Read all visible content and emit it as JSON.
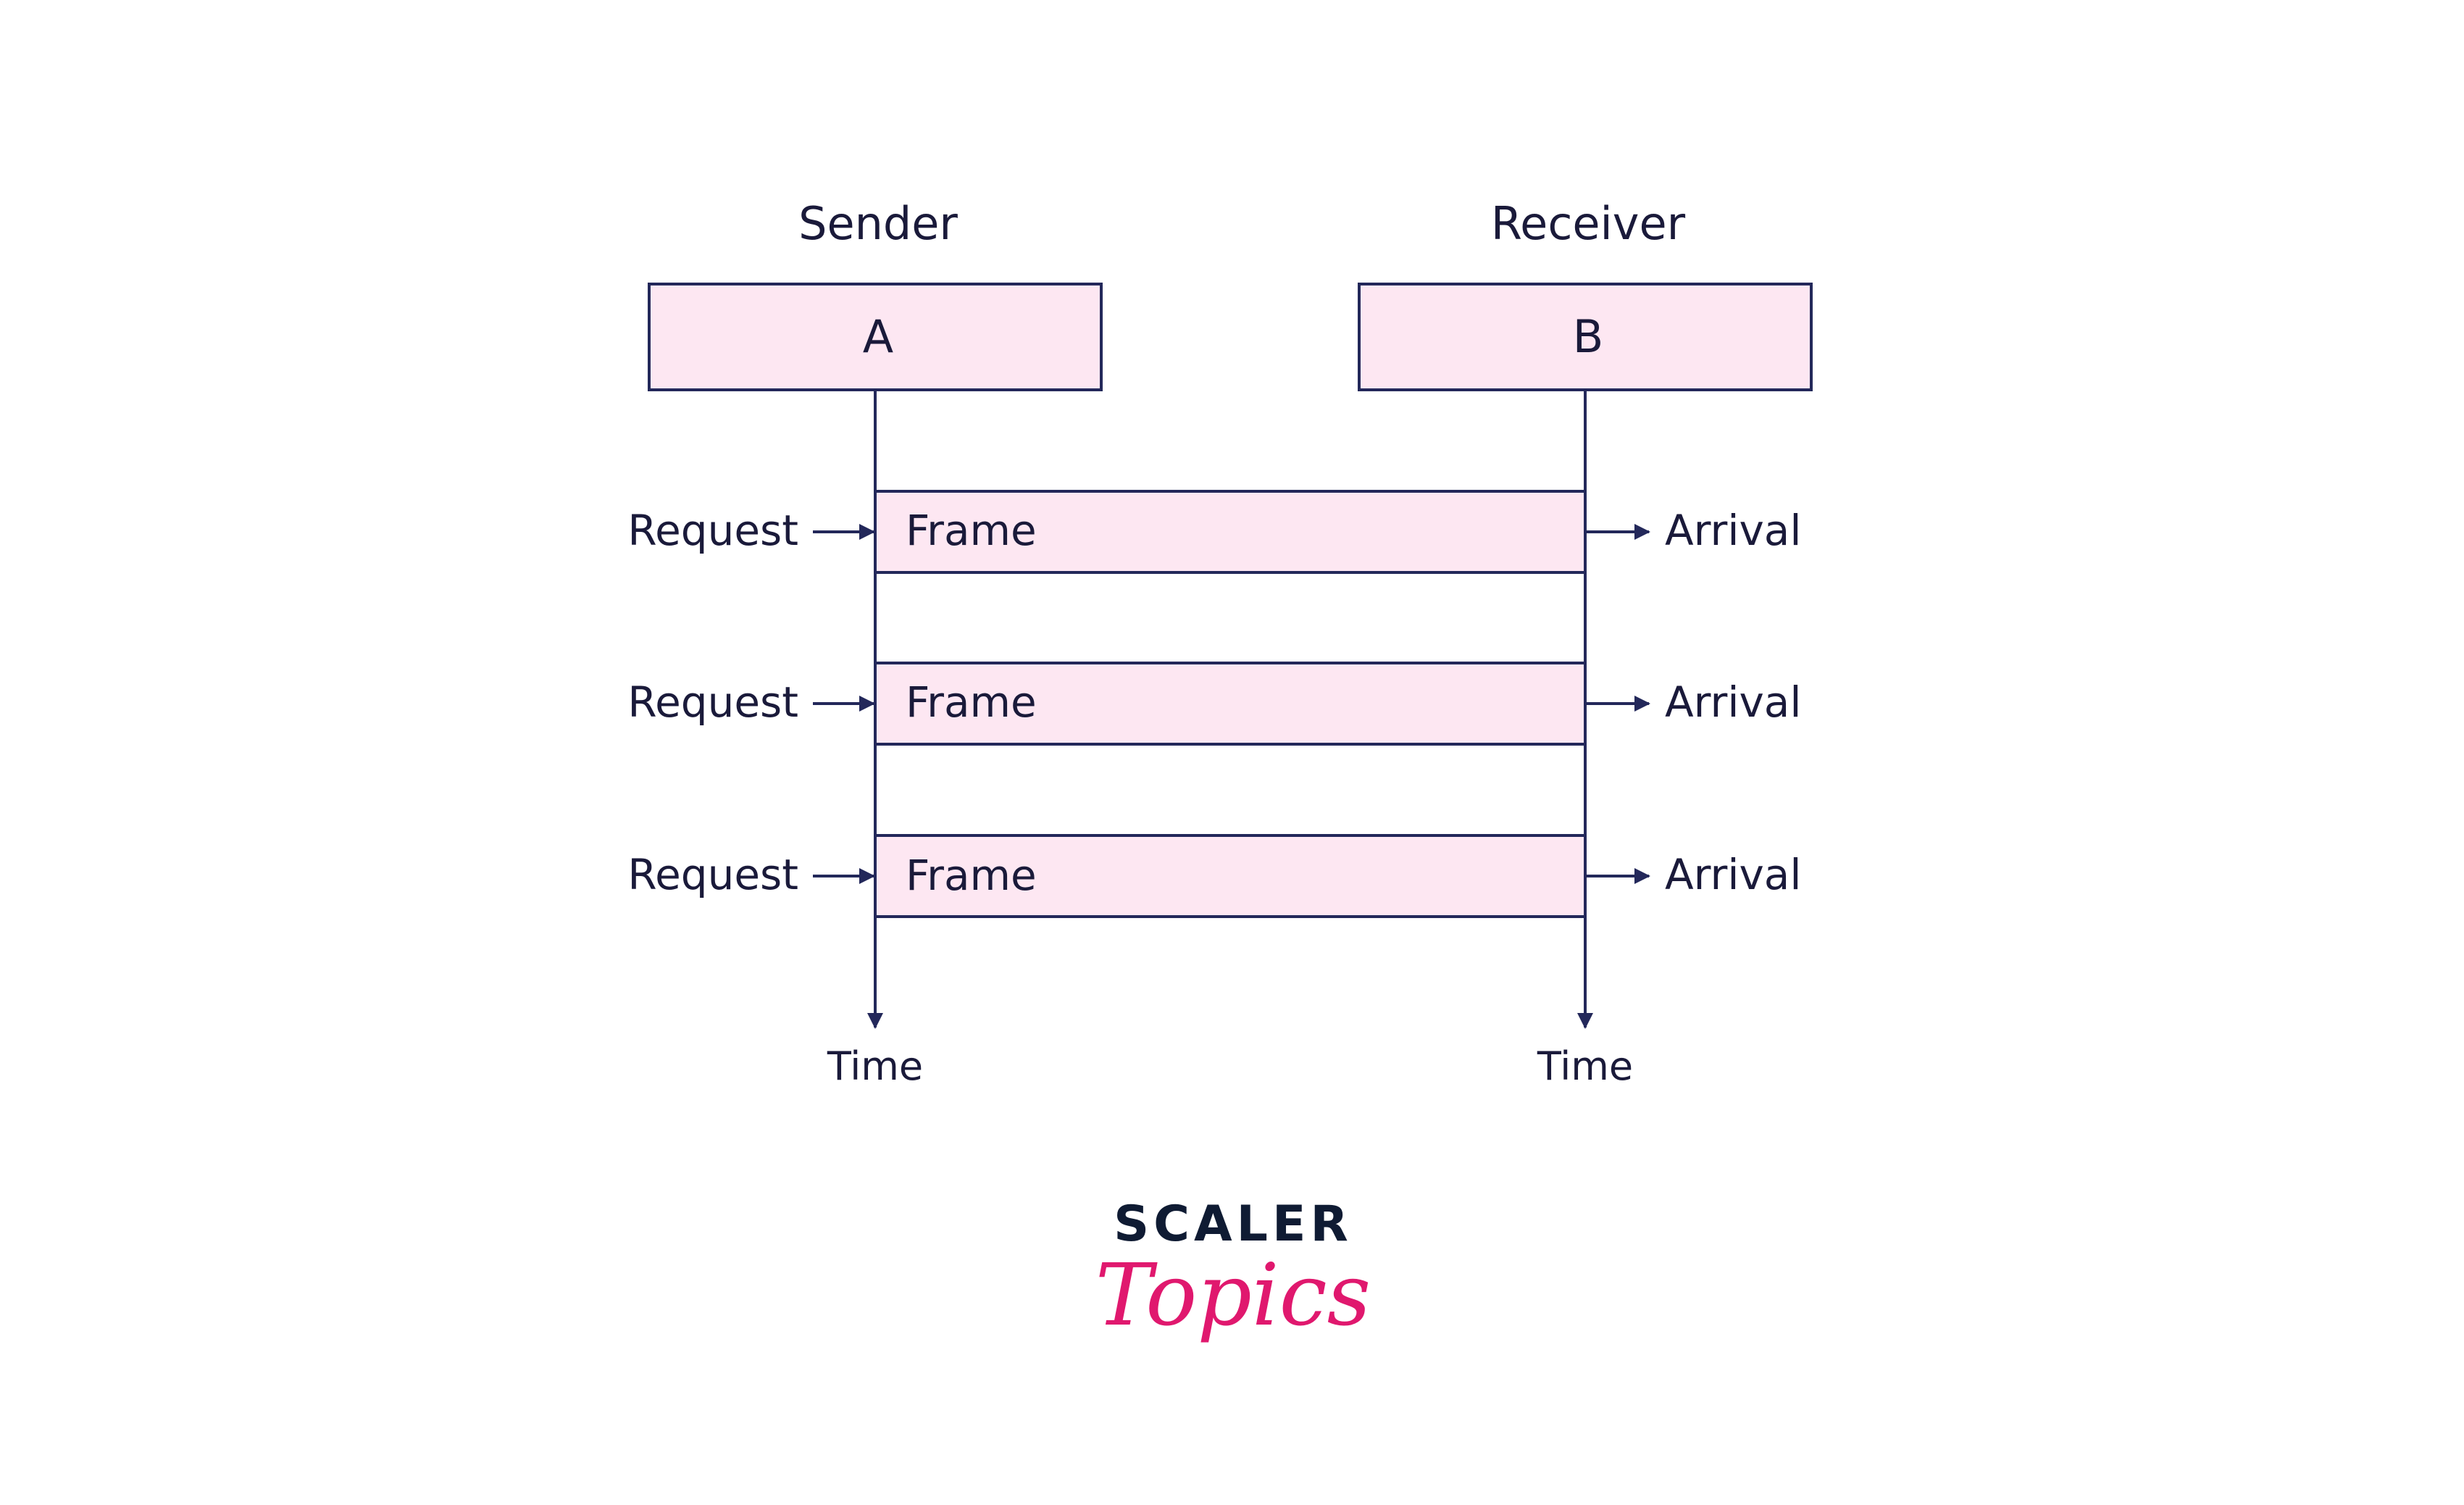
{
  "sender": {
    "heading": "Sender",
    "node": "A",
    "time_label": "Time"
  },
  "receiver": {
    "heading": "Receiver",
    "node": "B",
    "time_label": "Time"
  },
  "frames": [
    {
      "left_label": "Request",
      "label": "Frame",
      "right_label": "Arrival"
    },
    {
      "left_label": "Request",
      "label": "Frame",
      "right_label": "Arrival"
    },
    {
      "left_label": "Request",
      "label": "Frame",
      "right_label": "Arrival"
    }
  ],
  "logo": {
    "top": "SCALER",
    "bottom": "Topics"
  },
  "colors": {
    "box_fill": "#fde7f2",
    "stroke": "#23285a",
    "text": "#1a1a3a",
    "brand_pink": "#e0186e",
    "brand_navy": "#0f1b33"
  }
}
